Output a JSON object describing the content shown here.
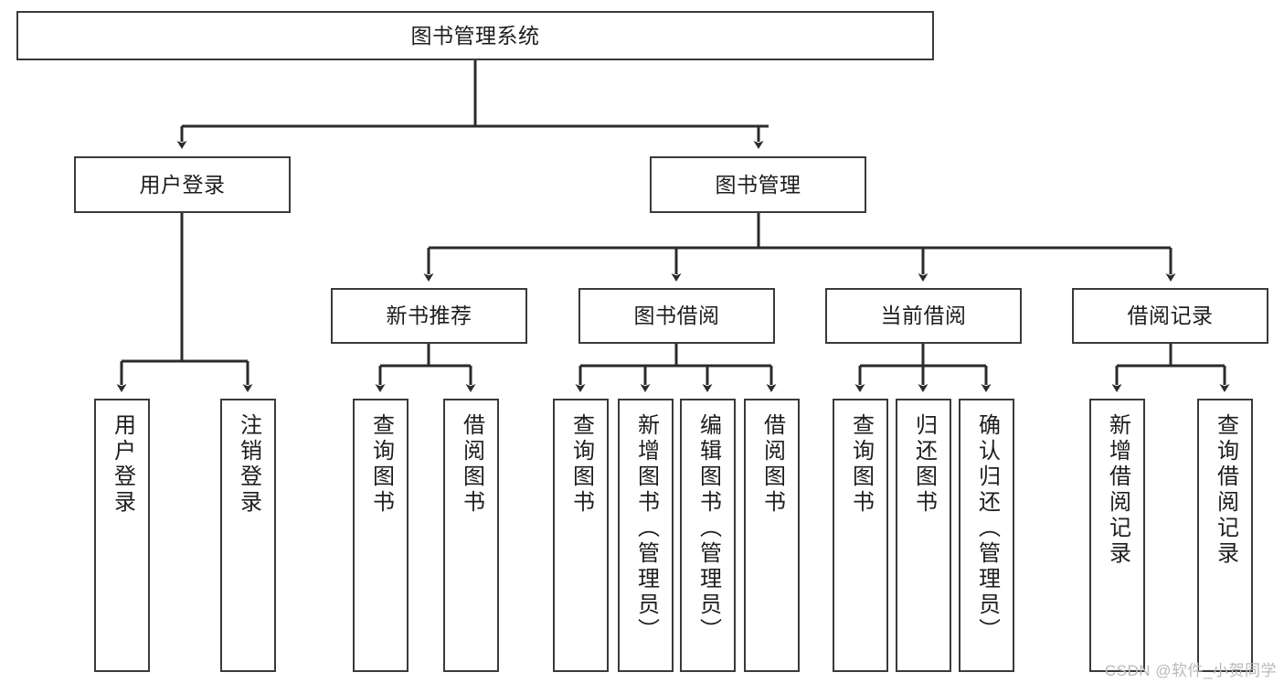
{
  "diagram": {
    "type": "tree-hierarchy-chart",
    "title": "图书管理系统",
    "watermark": "CSDN @软件_小贺同学",
    "colors": {
      "box_border": "#3a3a3a",
      "box_fill": "#ffffff",
      "edge": "#2b2b2b",
      "text": "#1d1d1d",
      "watermark": "#b9b9b9",
      "background": "#ffffff"
    },
    "levels": {
      "root": {
        "label": "图书管理系统"
      },
      "level2": [
        {
          "id": "user-login",
          "label": "用户登录"
        },
        {
          "id": "book-management",
          "label": "图书管理"
        }
      ],
      "level3": [
        {
          "id": "new-book-recommend",
          "label": "新书推荐",
          "parent": "book-management"
        },
        {
          "id": "book-borrow",
          "label": "图书借阅",
          "parent": "book-management"
        },
        {
          "id": "current-borrow",
          "label": "当前借阅",
          "parent": "book-management"
        },
        {
          "id": "borrow-record",
          "label": "借阅记录",
          "parent": "book-management"
        }
      ],
      "leaves": [
        {
          "id": "leaf-user-login",
          "label": "用户登录",
          "parent": "user-login"
        },
        {
          "id": "leaf-logout-login",
          "label": "注销登录",
          "parent": "user-login"
        },
        {
          "id": "leaf-query-book-1",
          "label": "查询图书",
          "parent": "new-book-recommend"
        },
        {
          "id": "leaf-borrow-book-1",
          "label": "借阅图书",
          "parent": "new-book-recommend"
        },
        {
          "id": "leaf-query-book-2",
          "label": "查询图书",
          "parent": "book-borrow"
        },
        {
          "id": "leaf-add-book",
          "label": "新增图书（管理员）",
          "parent": "book-borrow"
        },
        {
          "id": "leaf-edit-book",
          "label": "编辑图书（管理员）",
          "parent": "book-borrow"
        },
        {
          "id": "leaf-borrow-book-2",
          "label": "借阅图书",
          "parent": "book-borrow"
        },
        {
          "id": "leaf-query-book-3",
          "label": "查询图书",
          "parent": "current-borrow"
        },
        {
          "id": "leaf-return-book",
          "label": "归还图书",
          "parent": "current-borrow"
        },
        {
          "id": "leaf-confirm-return",
          "label": "确认归还（管理员）",
          "parent": "current-borrow"
        },
        {
          "id": "leaf-add-record",
          "label": "新增借阅记录",
          "parent": "borrow-record"
        },
        {
          "id": "leaf-query-record",
          "label": "查询借阅记录",
          "parent": "borrow-record"
        }
      ]
    }
  }
}
